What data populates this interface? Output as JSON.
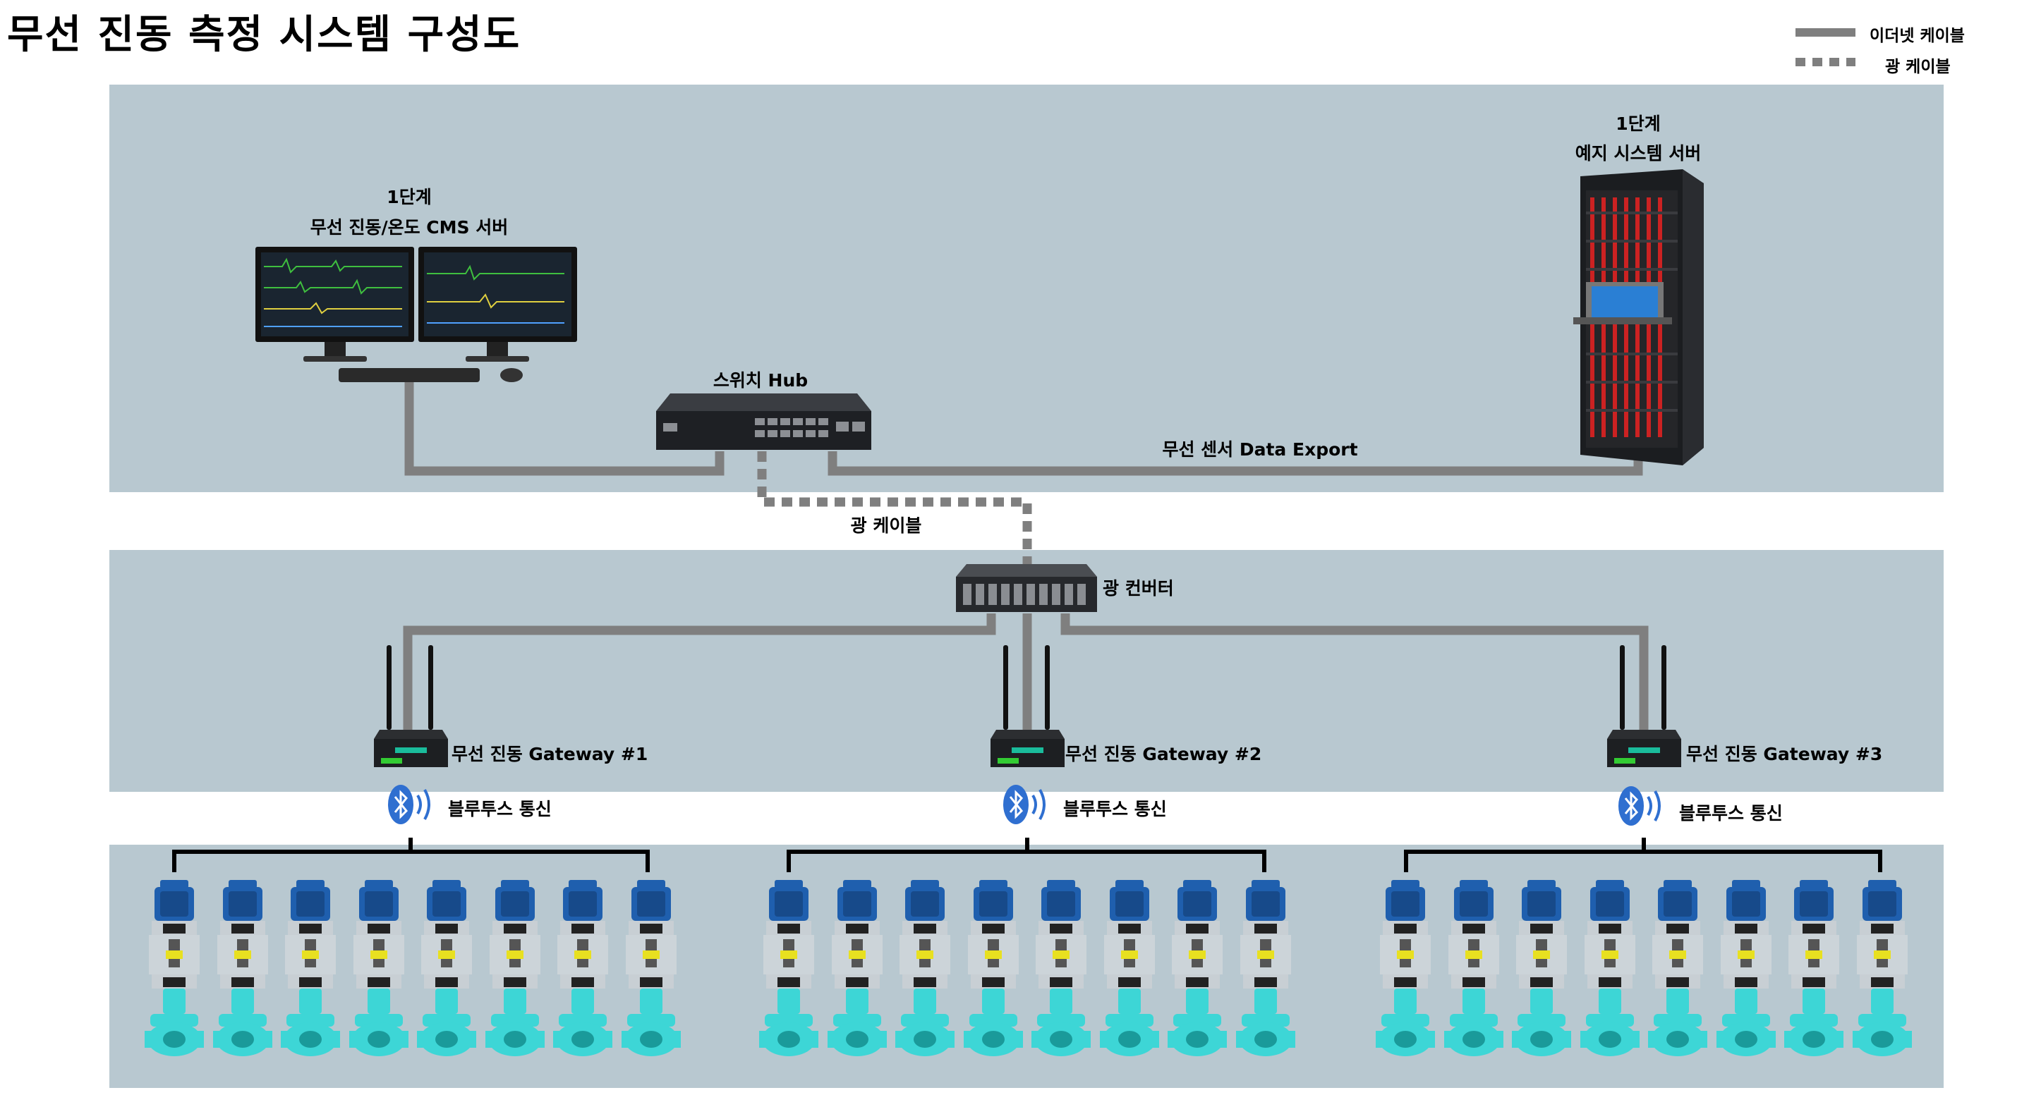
{
  "title": "무선 진동 측정 시스템 구성도",
  "legend": {
    "ethernet": "이더넷 케이블",
    "fiber": "광 케이블"
  },
  "cms_server": {
    "stage": "1단계",
    "name": "무선 진동/온도 CMS 서버"
  },
  "predict_server": {
    "stage": "1단계",
    "name": "예지 시스템 서버"
  },
  "switch_hub": "스위치 Hub",
  "data_export": "무선 센서 Data Export",
  "fiber_cable": "광 케이블",
  "fiber_converter": "광 컨버터",
  "gateways": [
    {
      "name": "무선 진동 Gateway #1",
      "bt": "블루투스 통신"
    },
    {
      "name": "무선 진동 Gateway #2",
      "bt": "블루투스 통신"
    },
    {
      "name": "무선 진동 Gateway #3",
      "bt": "블루투스 통신"
    }
  ],
  "colors": {
    "band": "#b8c8d0",
    "cable": "#7f7f7f",
    "motor_blue": "#1f5fae",
    "pump_cyan": "#3dd6d6",
    "coupling_yellow": "#e8e020"
  },
  "pumps_per_group": 8
}
